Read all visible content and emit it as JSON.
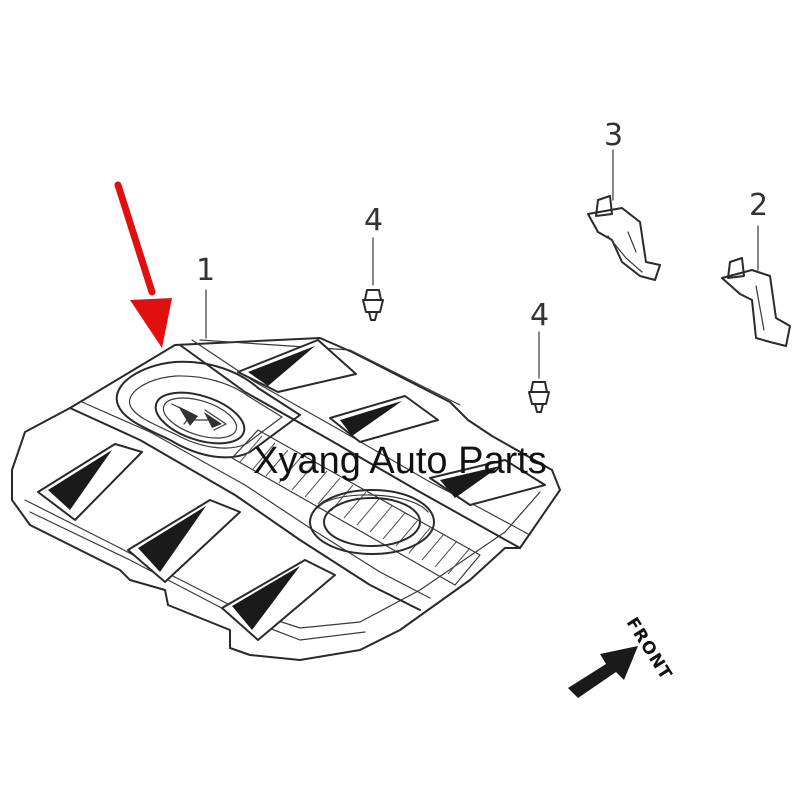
{
  "diagram": {
    "callouts": {
      "part_1": "1",
      "part_2": "2",
      "part_3": "3",
      "part_4a": "4",
      "part_4b": "4"
    },
    "front_label": "FRONT",
    "watermark": "Xyang Auto Parts",
    "colors": {
      "pointer_arrow": "#e01010",
      "line_art": "#2a2a2a",
      "front_arrow": "#1a1a1a"
    },
    "icons": {
      "pointer": "red-down-left-arrow",
      "direction": "black-up-right-arrow"
    }
  }
}
